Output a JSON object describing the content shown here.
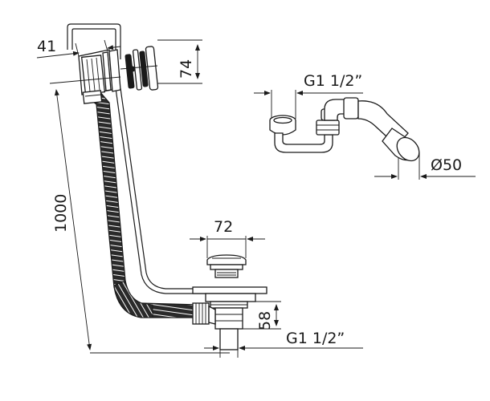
{
  "dimensions": {
    "overflow_width": "41",
    "overflow_height": "74",
    "tube_length": "1000",
    "waste_width": "72",
    "waste_height": "58",
    "thread_bottom": "G1 1/2”",
    "thread_siphon": "G1 1/2”",
    "outlet_diameter": "Ø50"
  }
}
